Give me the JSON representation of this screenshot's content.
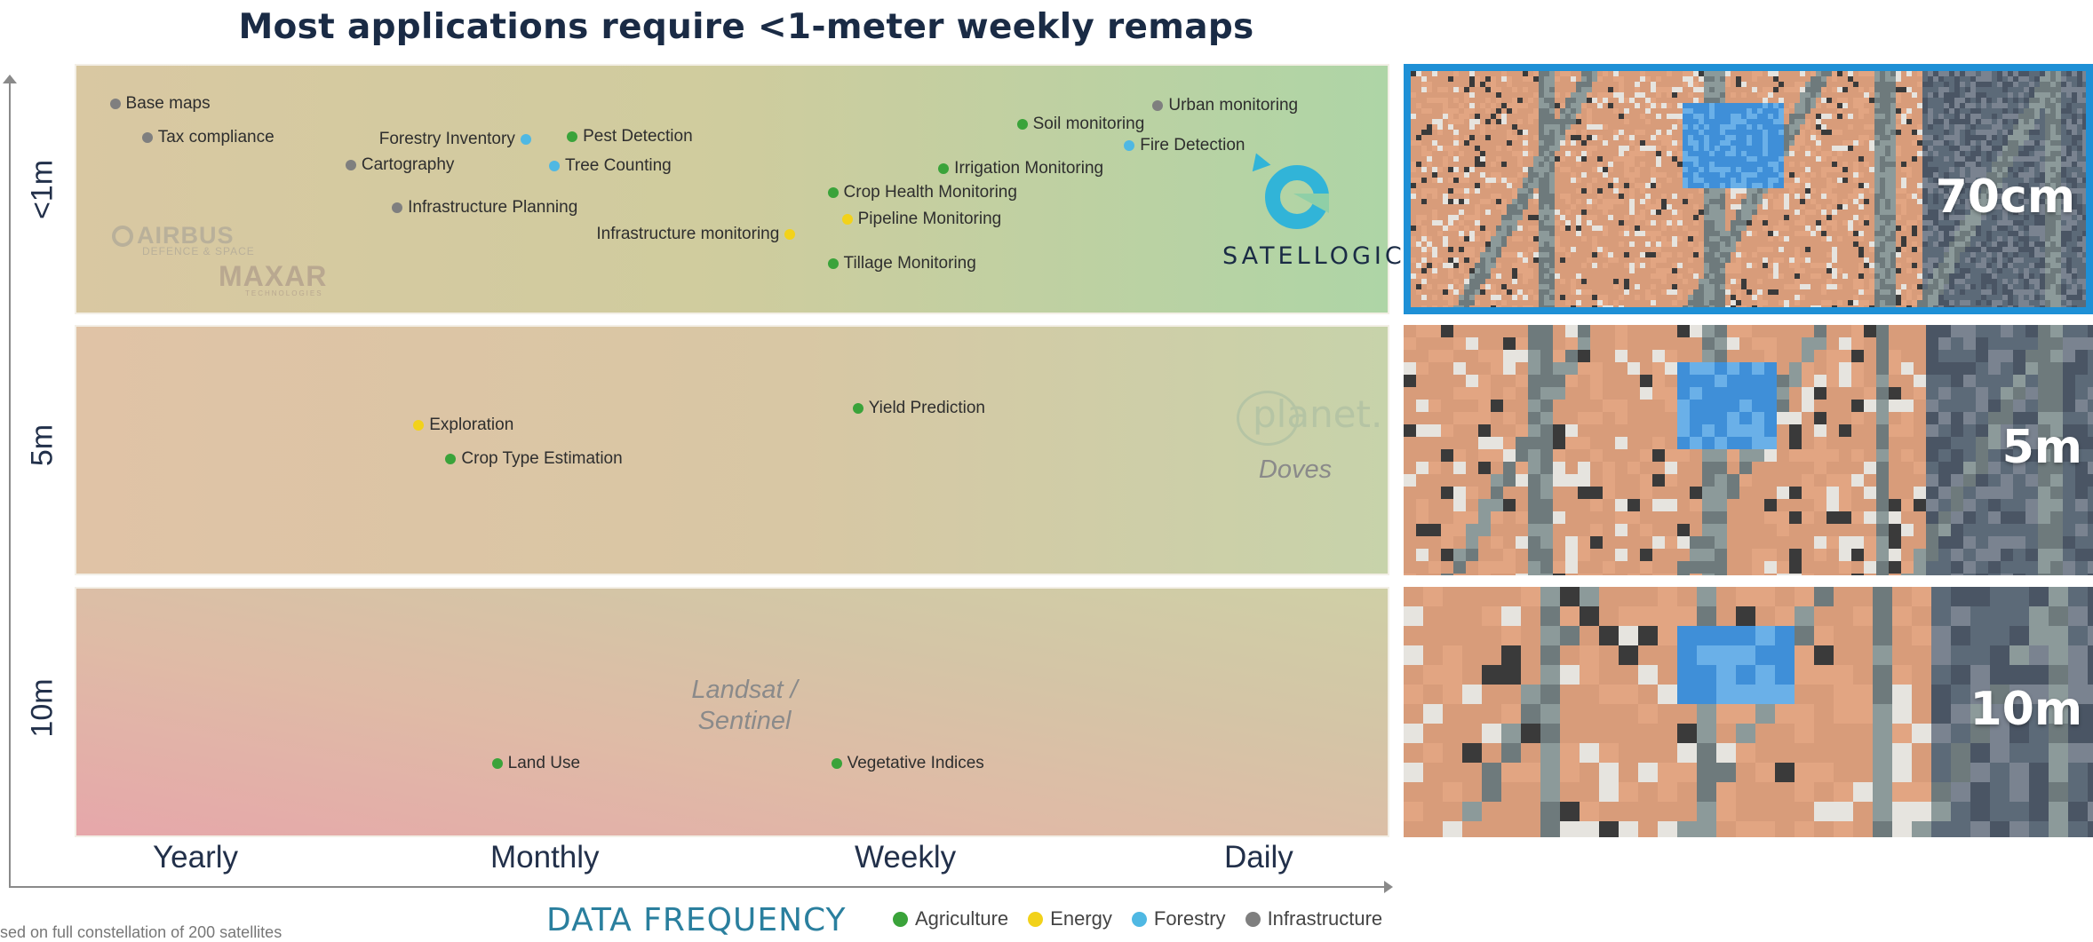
{
  "title": "Most applications require <1-meter weekly remaps",
  "y_labels": [
    "<1m",
    "5m",
    "10m"
  ],
  "x_labels": [
    "Yearly",
    "Monthly",
    "Weekly",
    "Daily"
  ],
  "x_title": "DATA FREQUENCY",
  "footnote": "sed on full constellation of 200 satellites",
  "legend": [
    {
      "name": "Agriculture",
      "color": "#3aa33a"
    },
    {
      "name": "Energy",
      "color": "#f2d21a"
    },
    {
      "name": "Forestry",
      "color": "#4fb8e3"
    },
    {
      "name": "Infrastructure",
      "color": "#7f7f7f"
    }
  ],
  "providers": {
    "airbus": "AIRBUS",
    "airbus_sub": "DEFENCE & SPACE",
    "maxar": "MAXAR",
    "maxar_sub": "TECHNOLOGIES",
    "satellogic": "SATELLOGIC",
    "planet": "planet.",
    "doves": "Doves",
    "landsat_line1": "Landsat /",
    "landsat_line2": "Sentinel"
  },
  "image_panels": [
    {
      "label": "70cm"
    },
    {
      "label": "5m"
    },
    {
      "label": "10m"
    }
  ],
  "chart_data": {
    "type": "scatter",
    "title": "Most applications require <1-meter weekly remaps",
    "xlabel": "DATA FREQUENCY",
    "x_categories": [
      "Yearly",
      "Monthly",
      "Weekly",
      "Daily"
    ],
    "y_categories": [
      "<1m",
      "5m",
      "10m"
    ],
    "grid": false,
    "legend_position": "bottom",
    "series": [
      {
        "name": "Agriculture",
        "color": "#3aa33a",
        "points": [
          {
            "label": "Pest Detection",
            "x": 1.05,
            "y": "<1m"
          },
          {
            "label": "Soil monitoring",
            "x": 2.31,
            "y": "<1m"
          },
          {
            "label": "Irrigation Monitoring",
            "x": 2.09,
            "y": "<1m"
          },
          {
            "label": "Crop Health Monitoring",
            "x": 1.78,
            "y": "<1m"
          },
          {
            "label": "Tillage Monitoring",
            "x": 1.78,
            "y": "<1m"
          },
          {
            "label": "Yield Prediction",
            "x": 1.85,
            "y": "5m"
          },
          {
            "label": "Crop Type Estimation",
            "x": 0.71,
            "y": "5m"
          },
          {
            "label": "Land Use",
            "x": 0.84,
            "y": "10m"
          },
          {
            "label": "Vegetative Indices",
            "x": 1.79,
            "y": "10m"
          }
        ]
      },
      {
        "name": "Energy",
        "color": "#f2d21a",
        "points": [
          {
            "label": "Infrastructure monitoring",
            "x": 1.66,
            "y": "<1m"
          },
          {
            "label": "Pipeline Monitoring",
            "x": 1.82,
            "y": "<1m"
          },
          {
            "label": "Exploration",
            "x": 0.62,
            "y": "5m"
          }
        ]
      },
      {
        "name": "Forestry",
        "color": "#4fb8e3",
        "points": [
          {
            "label": "Forestry Inventory",
            "x": 0.92,
            "y": "<1m"
          },
          {
            "label": "Tree Counting",
            "x": 1.0,
            "y": "<1m"
          },
          {
            "label": "Fire Detection",
            "x": 2.61,
            "y": "<1m"
          }
        ]
      },
      {
        "name": "Infrastructure",
        "color": "#7f7f7f",
        "points": [
          {
            "label": "Base maps",
            "x": -0.23,
            "y": "<1m"
          },
          {
            "label": "Tax compliance",
            "x": -0.14,
            "y": "<1m"
          },
          {
            "label": "Cartography",
            "x": 0.43,
            "y": "<1m"
          },
          {
            "label": "Infrastructure Planning",
            "x": 0.56,
            "y": "<1m"
          },
          {
            "label": "Urban monitoring",
            "x": 2.69,
            "y": "<1m"
          }
        ]
      }
    ]
  }
}
